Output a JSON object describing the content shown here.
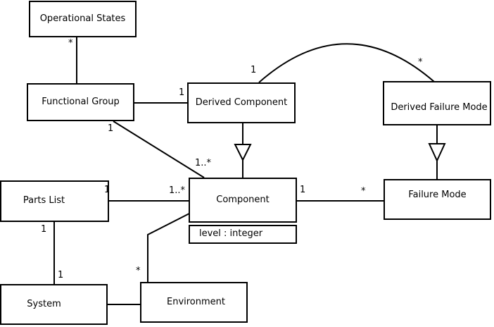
{
  "diagram": {
    "type": "uml-class-diagram",
    "colors": {
      "background": "#ffffff",
      "line": "#000000",
      "box_fill": "#ffffff",
      "text": "#000000"
    },
    "nodes": {
      "operational_states": {
        "label": "Operational States"
      },
      "functional_group": {
        "label": "Functional Group"
      },
      "derived_component": {
        "label": "Derived Component"
      },
      "derived_failure_mode": {
        "label": "Derived Failure Mode"
      },
      "parts_list": {
        "label": "Parts List"
      },
      "component": {
        "label": "Component",
        "attribute": "level : integer"
      },
      "failure_mode": {
        "label": "Failure Mode"
      },
      "system": {
        "label": "System"
      },
      "environment": {
        "label": "Environment"
      }
    },
    "multiplicities": {
      "operational_states_end": "*",
      "fg_to_derived_component_end": "1",
      "arc_derived_component_end": "1",
      "arc_derived_failure_mode_end": "*",
      "fg_to_component_fg_end": "1",
      "fg_to_component_comp_end": "1..*",
      "parts_list_to_component_pl_end": "1",
      "parts_list_to_component_comp_end": "1..*",
      "component_to_failure_mode_comp_end": "1",
      "component_to_failure_mode_fm_end": "*",
      "parts_list_to_system_pl_end": "1",
      "parts_list_to_system_sys_end": "1",
      "environment_to_component_env_end": "*"
    }
  }
}
